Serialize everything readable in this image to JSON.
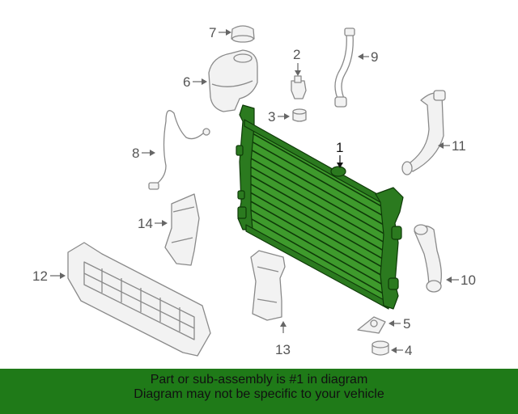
{
  "callouts": {
    "c1": "1",
    "c2": "2",
    "c3": "3",
    "c4": "4",
    "c5": "5",
    "c6": "6",
    "c7": "7",
    "c8": "8",
    "c9": "9",
    "c10": "10",
    "c11": "11",
    "c12": "12",
    "c13": "13",
    "c14": "14"
  },
  "banner": {
    "line1": "Part or sub-assembly is #1 in diagram",
    "line2": "Diagram may not be specific to your vehicle",
    "color": "#1f7a18"
  },
  "highlight_color": "#2b7a1f"
}
